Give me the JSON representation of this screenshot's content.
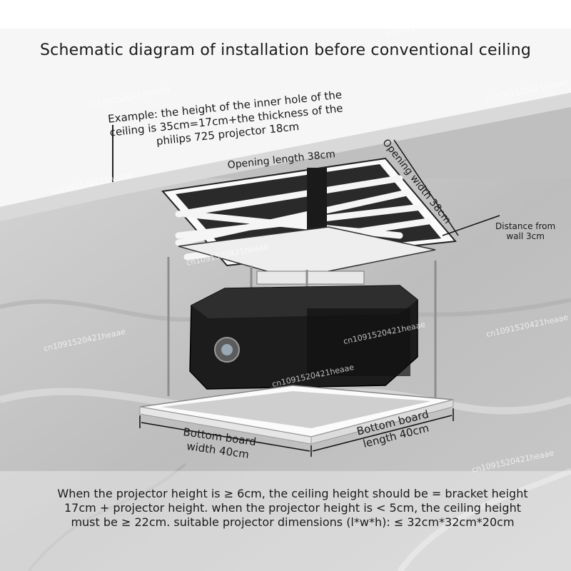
{
  "title": "Schematic diagram of installation before conventional ceiling",
  "example_text": "Example: the height of the inner hole of the ceiling is 35cm=17cm+the thickness of the philips 725 projector 18cm",
  "labels": {
    "opening_length": "Opening length 38cm",
    "opening_width": "Opening width 38cm",
    "distance_from_wall_line1": "Distance from",
    "distance_from_wall_line2": "wall 3cm",
    "bottom_board_width_line1": "Bottom board",
    "bottom_board_width_line2": "width 40cm",
    "bottom_board_length_line1": "Bottom board",
    "bottom_board_length_line2": "length 40cm"
  },
  "caption": "When the projector height is ≥ 6cm, the ceiling height should be = bracket height 17cm + projector height. when the projector height is < 5cm, the ceiling height must be ≥ 22cm.  suitable projector dimensions (l*w*h): ≤ 32cm*32cm*20cm",
  "watermark": "cn1091520421heaae",
  "colors": {
    "ceiling": "#f4f4f4",
    "marble": "#c4c4c4",
    "frame": "#ffffff",
    "projector": "#1c1c1c",
    "text": "#1a1a1a"
  }
}
